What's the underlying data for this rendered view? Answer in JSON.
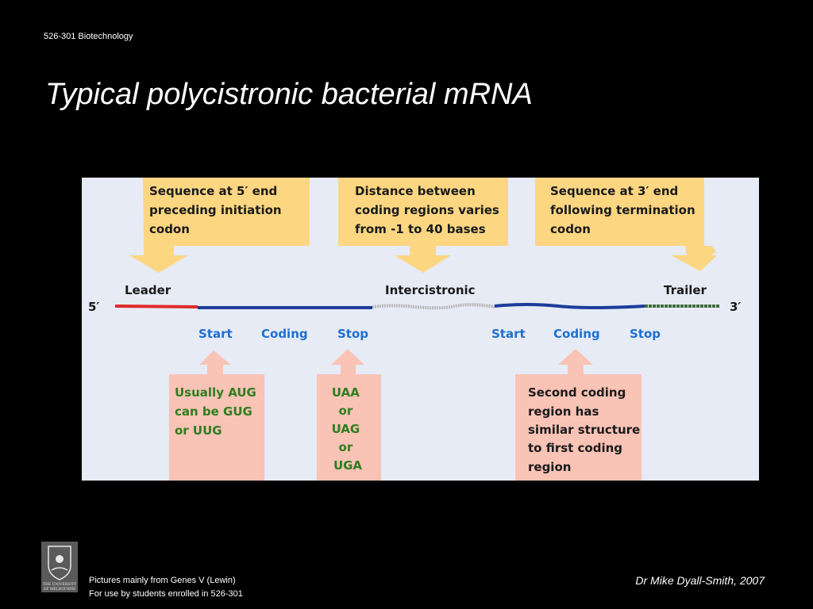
{
  "slide": {
    "course": "526-301 Biotechnology",
    "title": "Typical polycistronic bacterial mRNA"
  },
  "diagram": {
    "top_boxes": [
      {
        "lines": [
          "Sequence at 5′ end",
          "preceding initiation",
          "codon"
        ]
      },
      {
        "lines": [
          "Distance between",
          "coding regions varies",
          "from -1 to 40 bases"
        ]
      },
      {
        "lines": [
          "Sequence at 3′ end",
          "following termination",
          "codon"
        ]
      }
    ],
    "region_labels": {
      "leader": "Leader",
      "intercistronic": "Intercistronic",
      "trailer": "Trailer"
    },
    "end_labels": {
      "five_prime": "5′",
      "three_prime": "3′"
    },
    "codon_labels": {
      "start1": "Start",
      "coding1": "Coding",
      "stop1": "Stop",
      "start2": "Start",
      "coding2": "Coding",
      "stop2": "Stop"
    },
    "bottom_boxes": [
      {
        "lines": [
          "Usually AUG",
          "can be GUG",
          "or UUG"
        ]
      },
      {
        "lines": [
          "UAA",
          "or",
          "UAG",
          "or",
          "UGA"
        ]
      },
      {
        "lines": [
          "Second coding",
          "region has",
          "similar structure",
          "to first coding",
          "region"
        ]
      }
    ],
    "colors": {
      "background": "#e6ebf6",
      "top_box_fill": "#fcd681",
      "bottom_box_fill": "#f9c3b5",
      "label_blue": "#1f6fd1",
      "label_dark": "#1a1a1a",
      "bottom_text": "#2e7d1f",
      "leader_line": "#e02a2a",
      "coding_line": "#1d3c9a",
      "intercistronic_line": "#b8b8b8",
      "trailer_line": "#3d6b3a"
    }
  },
  "footer": {
    "credit_line1": "Pictures mainly from Genes V (Lewin)",
    "credit_line2": "For use by students enrolled in 526-301",
    "author": "Dr Mike Dyall-Smith, 2007",
    "logo_text_line1": "THE UNIVERSITY",
    "logo_text_line2": "OF MELBOURNE"
  }
}
